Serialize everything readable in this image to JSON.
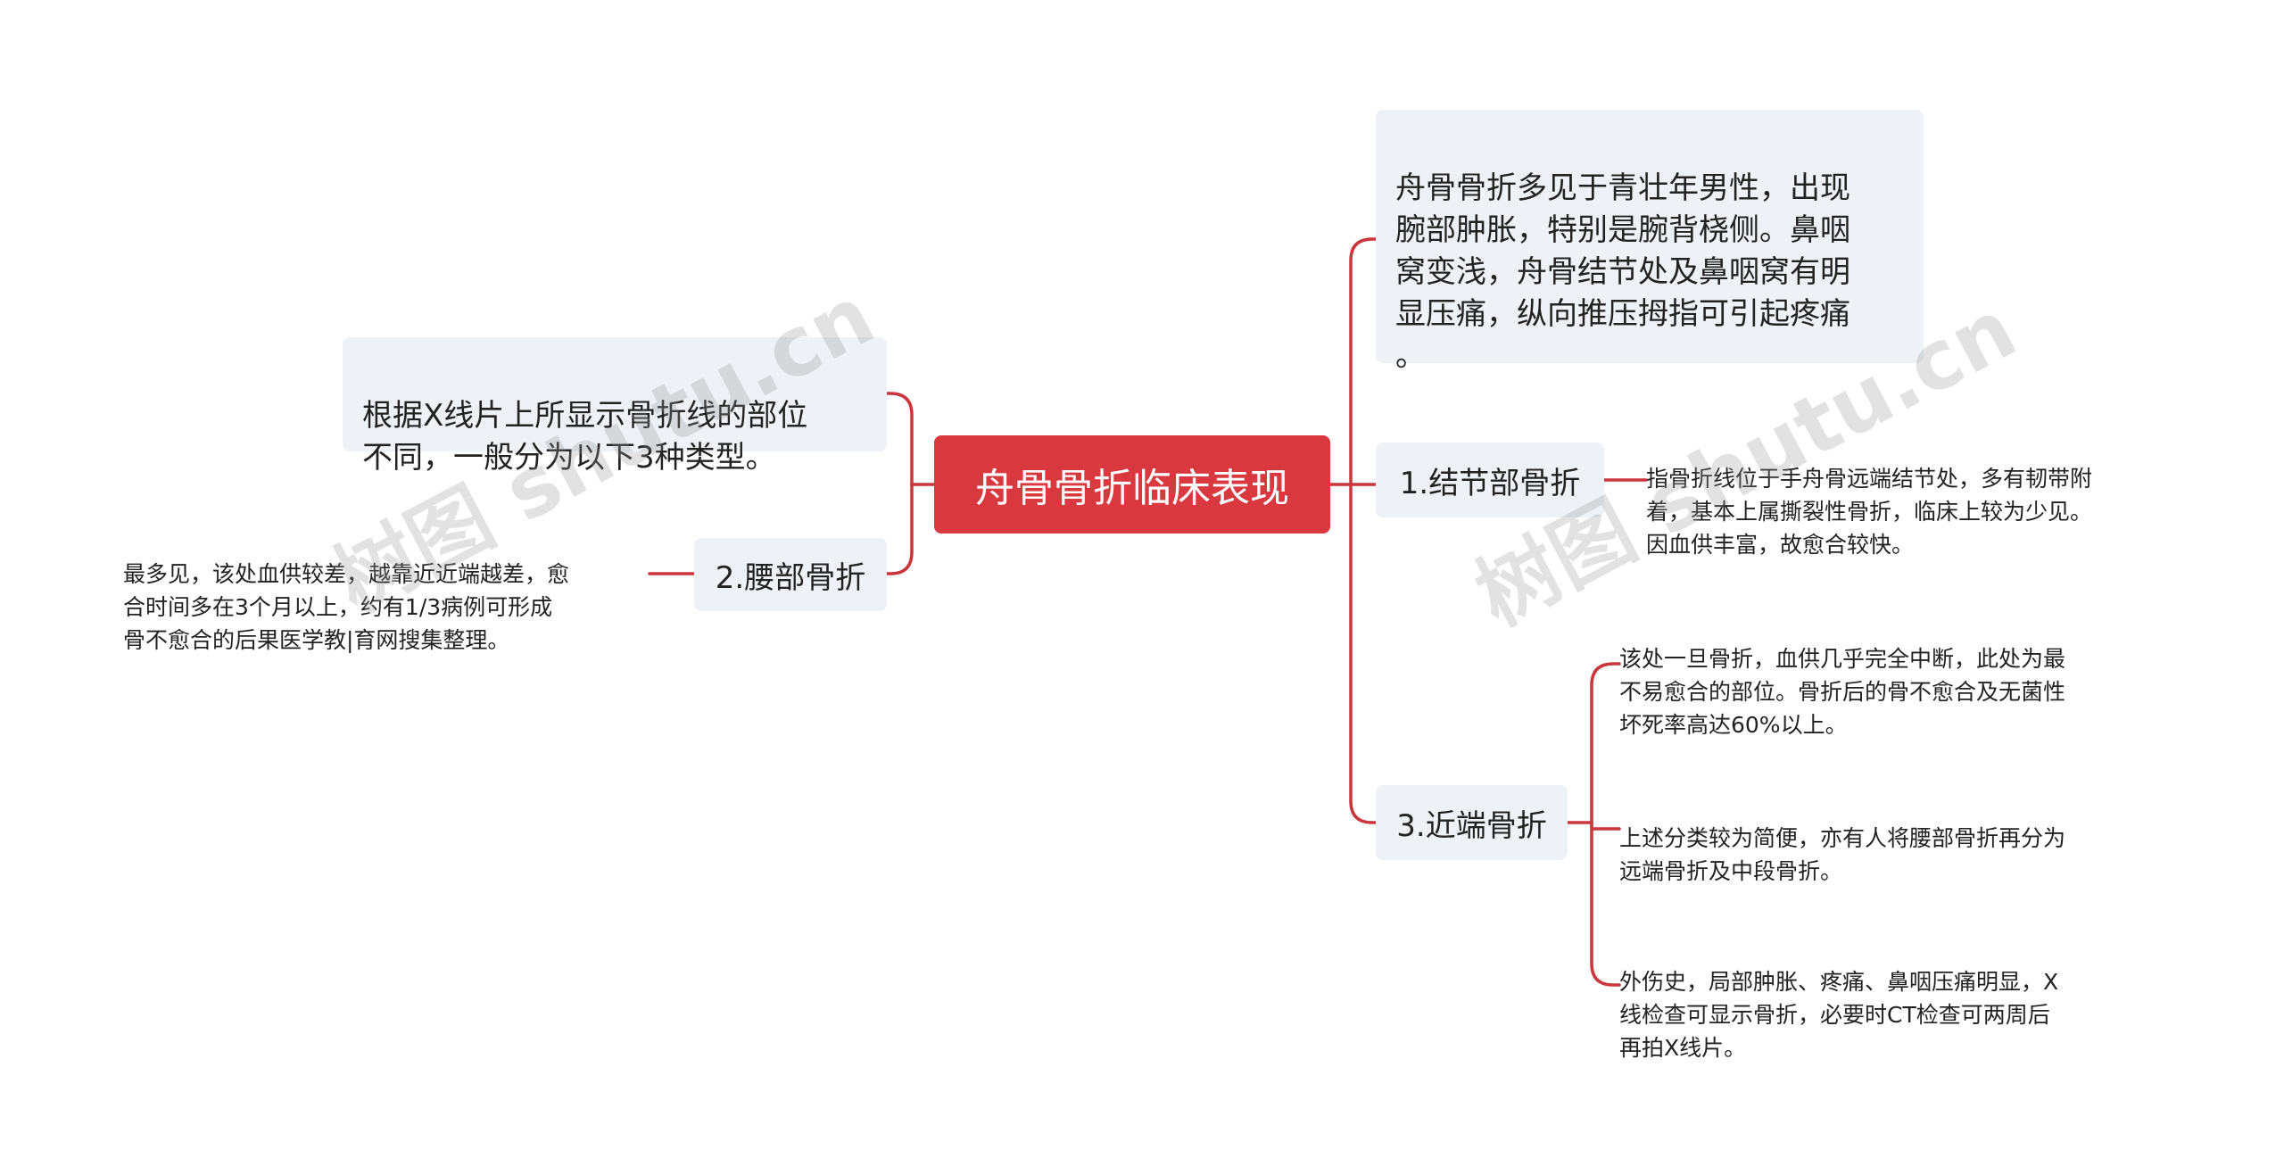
{
  "root": {
    "label": "舟骨骨折临床表现"
  },
  "left_nodes": {
    "intro": {
      "text": "根据X线片上所显示骨折线的部位\n不同，一般分为以下3种类型。"
    },
    "waist": {
      "label": "2.腰部骨折",
      "detail": "最多见，该处血供较差，越靠近近端越差，愈\n合时间多在3个月以上，约有1/3病例可形成\n骨不愈合的后果医学教|育网搜集整理。"
    }
  },
  "right_nodes": {
    "summary": {
      "text": "舟骨骨折多见于青壮年男性，出现\n腕部肿胀，特别是腕背桡侧。鼻咽\n窝变浅，舟骨结节处及鼻咽窝有明\n显压痛，纵向推压拇指可引起疼痛\n。"
    },
    "tubercle": {
      "label": "1.结节部骨折",
      "detail": "指骨折线位于手舟骨远端结节处，多有韧带附\n着，基本上属撕裂性骨折，临床上较为少见。\n因血供丰富，故愈合较快。"
    },
    "proximal": {
      "label": "3.近端骨折",
      "details": [
        "该处一旦骨折，血供几乎完全中断，此处为最\n不易愈合的部位。骨折后的骨不愈合及无菌性\n坏死率高达60%以上。",
        "上述分类较为简便，亦有人将腰部骨折再分为\n远端骨折及中段骨折。",
        "外伤史，局部肿胀、疼痛、鼻咽压痛明显，X\n线检查可显示骨折，必要时CT检查可两周后\n再拍X线片。"
      ]
    }
  },
  "watermarks": [
    "树图 shutu.cn",
    "树图 shutu.cn"
  ],
  "colors": {
    "root_fill": "#d9383f",
    "connector": "#c9363c",
    "node_fill": "#eef1f5"
  }
}
